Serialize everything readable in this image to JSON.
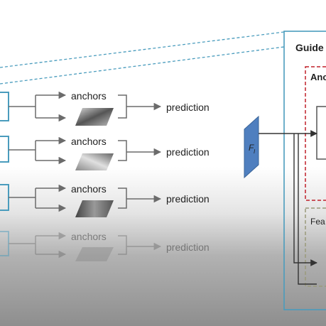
{
  "colors": {
    "teal": "#4a9cbd",
    "gray_arrow": "#6b6b6b",
    "red_dash": "#c0202a",
    "gray_dash": "#9a9a7a",
    "feature_blue": "#4f7fbf",
    "dark_text": "#1f1f1f"
  },
  "rows": [
    {
      "anchors_label": "anchors",
      "prediction_label": "prediction"
    },
    {
      "anchors_label": "anchors",
      "prediction_label": "prediction"
    },
    {
      "anchors_label": "anchors",
      "prediction_label": "prediction"
    },
    {
      "anchors_label": "anchors",
      "prediction_label": "prediction"
    }
  ],
  "feature_map": {
    "label": "F",
    "subscript": "I"
  },
  "guided_panel": {
    "title": "Guide",
    "anchor_box_label": "Anc",
    "feature_box_label": "Fea"
  }
}
